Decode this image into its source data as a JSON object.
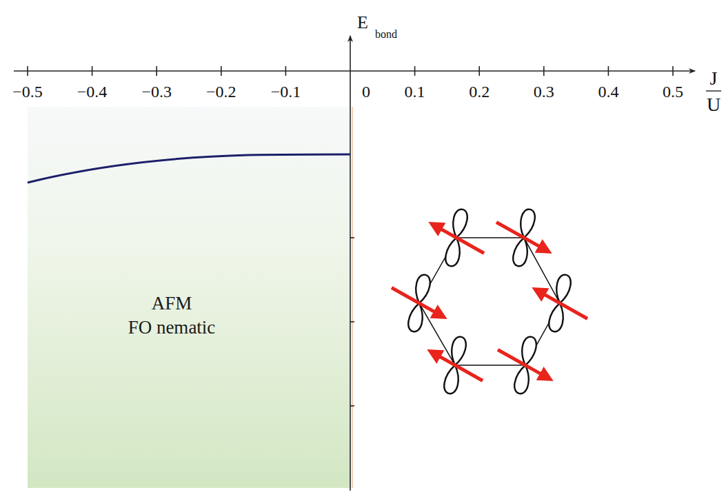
{
  "diagram": {
    "nodes": [
      {
        "text": [
          "AFM",
          "FO nematic"
        ]
      }
    ],
    "labels": [
      "E",
      "bond",
      "−0.5",
      "−0.4",
      "−0.3",
      "−0.2",
      "−0.1",
      "0",
      "0.1",
      "0.2",
      "0.3",
      "0.4",
      "0.5",
      "J",
      "U"
    ]
  }
}
